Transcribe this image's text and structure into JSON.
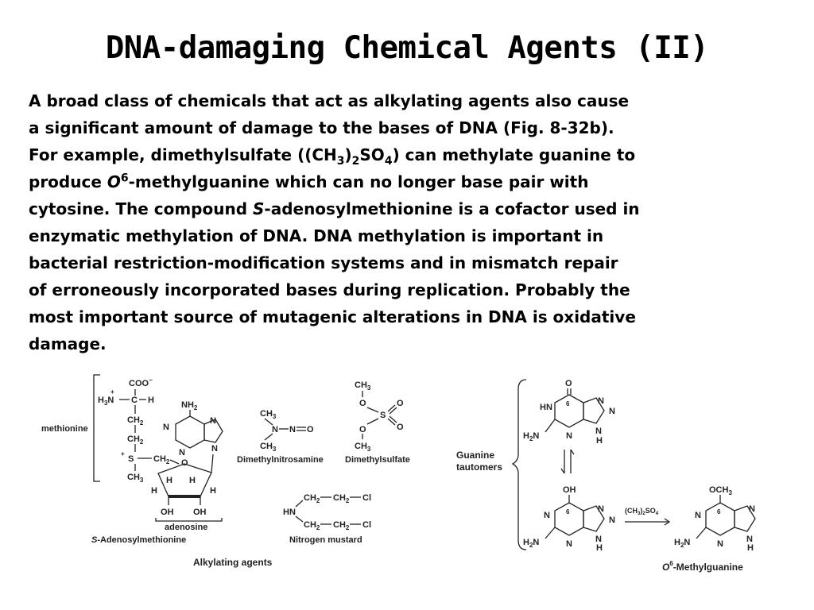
{
  "slide": {
    "title": "DNA-damaging Chemical Agents (II)",
    "paragraph": {
      "line1": "A broad class of chemicals that act as alkylating agents also cause",
      "line2": "a significant amount of damage to the bases of DNA (Fig. 8-32b).",
      "line3_a": "For example, dimethylsulfate ((CH",
      "line3_s1": "3",
      "line3_b": ")",
      "line3_s2": "2",
      "line3_c": "SO",
      "line3_s3": "4",
      "line3_d": ") can methylate guanine to",
      "line4_a": "produce ",
      "line4_o": "O",
      "line4_sup": "6",
      "line4_b": "-methylguanine which can no longer base pair with",
      "line5_a": "cytosine. The compound ",
      "line5_s": "S",
      "line5_b": "-adenosylmethionine is a cofactor used in",
      "line6": "enzymatic methylation of DNA. DNA methylation is important in",
      "line7": "bacterial restriction-modification systems and in mismatch repair",
      "line8": "of erroneously incorporated bases during replication. Probably the",
      "line9": "most important source of mutagenic alterations in DNA is oxidative",
      "line10": "damage."
    }
  },
  "figure": {
    "sam": {
      "methionine_label": "methionine",
      "coo": "COO",
      "minus": "−",
      "h3n": "H",
      "h3n_sub": "3",
      "h3n_n": "N",
      "plus": "+",
      "c": "C",
      "h": "H",
      "ch2": "CH",
      "sub2": "2",
      "s": "S",
      "ch3": "CH",
      "sub3": "3",
      "nh2": "NH",
      "n": "N",
      "o": "O",
      "oh": "OH",
      "adenosine_label": "adenosine",
      "caption_s": "S",
      "caption_rest": "-Adenosylmethionine"
    },
    "dimethylnitrosamine": {
      "ch3": "CH",
      "sub3": "3",
      "n": "N",
      "o": "O",
      "label": "Dimethylnitrosamine"
    },
    "dimethylsulfate": {
      "ch3": "CH",
      "sub3": "3",
      "o": "O",
      "s": "S",
      "label": "Dimethylsulfate"
    },
    "nitrogen_mustard": {
      "hn": "HN",
      "ch2": "CH",
      "sub2": "2",
      "cl": "Cl",
      "label": "Nitrogen  mustard"
    },
    "alkylating_label": "Alkylating agents",
    "guanine": {
      "tautomers_line1": "Guanine",
      "tautomers_line2": "tautomers",
      "o": "O",
      "oh": "OH",
      "och3": "OCH",
      "och3_sub": "3",
      "hn": "HN",
      "h2n_h": "H",
      "h2n_sub": "2",
      "h2n_n": "N",
      "n": "N",
      "h": "H",
      "six": "6",
      "reagent": "(CH",
      "reagent_s1": "3",
      "reagent_b": ")",
      "reagent_s2": "2",
      "reagent_c": "SO",
      "reagent_s3": "4",
      "product_o": "O",
      "product_sup": "6",
      "product_rest": "-Methylguanine"
    }
  }
}
